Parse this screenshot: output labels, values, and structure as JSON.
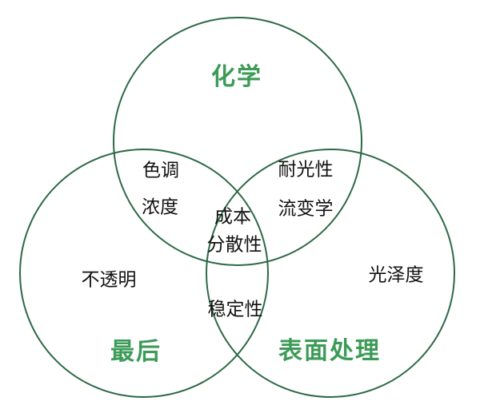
{
  "diagram": {
    "type": "venn-3-circle",
    "colors": {
      "circle_stroke": "#2d6946",
      "title_green": "#3c9b57",
      "label_black": "#111111",
      "background": "#ffffff"
    },
    "circles": {
      "top": {
        "label": "化学"
      },
      "bottom_left": {
        "label": "最后"
      },
      "bottom_right": {
        "label": "表面处理"
      }
    },
    "regions": {
      "top_left_overlap": {
        "items": [
          "色调",
          "浓度"
        ]
      },
      "top_right_overlap": {
        "items": [
          "耐光性",
          "流变学"
        ]
      },
      "center_overlap": {
        "items": [
          "成本",
          "分散性"
        ]
      },
      "bottom_overlap": {
        "items": [
          "稳定性"
        ]
      },
      "left_only": {
        "items": [
          "不透明"
        ]
      },
      "right_only": {
        "items": [
          "光泽度"
        ]
      }
    }
  }
}
